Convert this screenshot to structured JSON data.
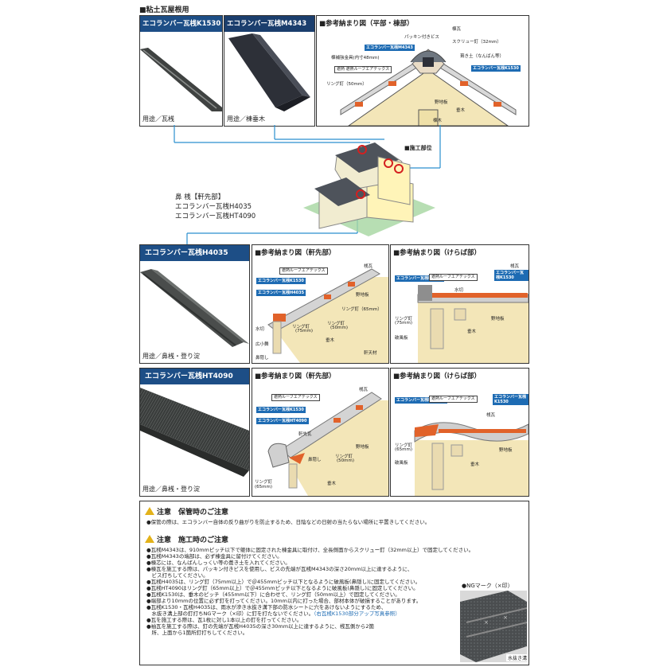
{
  "section_title": "■粘土瓦屋根用",
  "products": {
    "k1530": {
      "name": "エコランバー瓦桟K1530",
      "usage": "用途／瓦桟"
    },
    "m4343": {
      "name": "エコランバー瓦桟M4343",
      "usage": "用途／棟垂木"
    },
    "h4035": {
      "name": "エコランバー瓦桟H4035",
      "usage": "用途／鼻桟・登り淀"
    },
    "ht4090": {
      "name": "エコランバー瓦桟HT4090",
      "usage": "用途／鼻桟・登り淀"
    }
  },
  "roof_diagram": {
    "title": "■参考納まり図（平部・棟部）",
    "labels": {
      "packing_screw": "パッキン付きビス",
      "ridge_tile": "棟瓦",
      "m4343_tag": "エコランバー瓦桟M4343",
      "screw_nail": "スクリュー釘（32mm）",
      "ridge_bracket": "棟補強金具(内寸48mm)",
      "ridge_mortar": "葺き土（なんばん等）",
      "aerotex": "遮熱ルーフエアテックス",
      "k1530_tag": "エコランバー瓦桟K1530",
      "ring_nail": "リング釘（50mm）",
      "sheathing": "野地板",
      "rafter": "垂木",
      "ridge_beam": "棟木",
      "logo": "遮熱"
    }
  },
  "house": {
    "work_area": "■施工部位",
    "caption_line1": "鼻 桟【軒先部】",
    "caption_line2": "エコランバー瓦桟H4035",
    "caption_line3": "エコランバー瓦桟HT4090"
  },
  "h4035_eave": {
    "title": "■参考納まり図（軒先部）",
    "labels": {
      "aerotex": "遮熱ルーフエアテックス",
      "flat_tile": "桟瓦",
      "k1530_tag": "エコランバー瓦桟K1530",
      "h4035_tag": "エコランバー瓦桟H4035",
      "sheathing": "野地板",
      "ring65": "リング釘（65mm）",
      "ring50a": "リング釘",
      "ring50b": "(50mm)",
      "ring75a": "リング釘",
      "ring75b": "(75mm)",
      "mizukiri": "水切",
      "hirokomai": "広小舞",
      "hanakakushi": "鼻隠し",
      "rafter": "垂木",
      "nokigeta": "軒天材"
    }
  },
  "h4035_verge": {
    "title": "■参考納まり図（けらば部）",
    "labels": {
      "h4035_tag": "エコランバー瓦桟H4035",
      "aerotex": "遮熱ルーフエアテックス",
      "k1530_tag": "エコランバー瓦桟K1530",
      "flat_tile": "桟瓦",
      "mizukiri": "水切",
      "ring75a": "リング釘",
      "ring75b": "(75mm)",
      "hafu": "破風板",
      "sheathing": "野地板",
      "rafter": "垂木"
    }
  },
  "ht4090_eave": {
    "title": "■参考納まり図（軒先部）",
    "labels": {
      "aerotex": "遮熱ルーフエアテックス",
      "flat_tile": "桟瓦",
      "k1530_tag": "エコランバー瓦桟K1530",
      "ht4090_tag": "エコランバー瓦桟HT4090",
      "nokisaki": "軒先瓦",
      "sheathing": "野地板",
      "hanakakushi": "鼻隠し",
      "ring50a": "リング釘",
      "ring50b": "(50mm)",
      "ring65a": "リング釘",
      "ring65b": "(65mm)",
      "rafter": "垂木"
    }
  },
  "ht4090_verge": {
    "title": "■参考納まり図（けらば部）",
    "labels": {
      "ht4090_tag": "エコランバー瓦桟HT4090",
      "aerotex": "遮熱ルーフエアテックス",
      "k1530_tag": "エコランバー瓦桟K1530",
      "flat_tile": "桟瓦",
      "ring65a": "リング釘",
      "ring65b": "(65mm)",
      "hafu": "破風板",
      "sheathing": "野地板",
      "rafter": "垂木"
    }
  },
  "notes": {
    "storage_heading": "注意　保管時のご注意",
    "storage_lines": [
      "●保管の際は、エコランバー自体の反り曲がりを防止するため、日陰などの日射の当たらない場所に平置きしてください。"
    ],
    "install_heading": "注意　施工時のご注意",
    "install_lines": [
      "●瓦桟M4343は、910mmピッチ以下で躯体に固定された棟金具に取付け、全長側面からスクリュー釘（32mm以上）で固定してください。",
      "●瓦桟M4343の端部は、必ず棟金具に留付けてください。",
      "●棟芯には、なんばんしっくい等の葺き土を入れてください。",
      "●棟瓦を施工する際は、パッキン付きビスを使用し、ビスの先端が瓦桟M4343の深さ20mm以上に達するように、",
      "　ビス打ちしてください。",
      "●瓦桟H4035は、リング釘（75mm以上）で＠455mmピッチ以下となるように破風板(鼻隠し)に固定してください。",
      "●瓦桟HT4090はリング釘（65mm以上）で＠455mmピッチ以下となるように破風板(鼻隠し)に固定してください。",
      "●瓦桟K1530は、垂木のピッチ（455mm以下）に合わせて、リング釘（50mm以上）で固定してください。",
      "●端部より10mmの位置に必ず釘を打ってください。10mm以内に打った場合、部材本体が破損することがあります。",
      "●瓦桟K1530・瓦桟H4035は、雨水が滲き水抜き溝下部の防水シートに穴をあけないようにするため、",
      "　水抜き溝上部の釘打ちNGマーク（×印）に釘を打たないでください。",
      "●瓦を施工する際は、瓦1枚に対し1本以上の釘を打ってください。",
      "●袖瓦を施工する際は、釘の先端が瓦桟H4035の深さ30mm以上に達するように、桟瓦側から2箇",
      "　所、上面から1箇所釘打ちしてください。"
    ],
    "install_line_tail": "（右瓦桟K1530部分アップ写真参照）"
  },
  "ng_mark": {
    "title": "●NGマーク（×印）",
    "drain_label": "水抜き溝"
  },
  "colors": {
    "accent_blue": "#1d4e86",
    "tag_blue": "#1d6bb3",
    "wood": "#f3e6b8",
    "orange": "#e1622a",
    "green_grid": "#a5d6a0"
  }
}
